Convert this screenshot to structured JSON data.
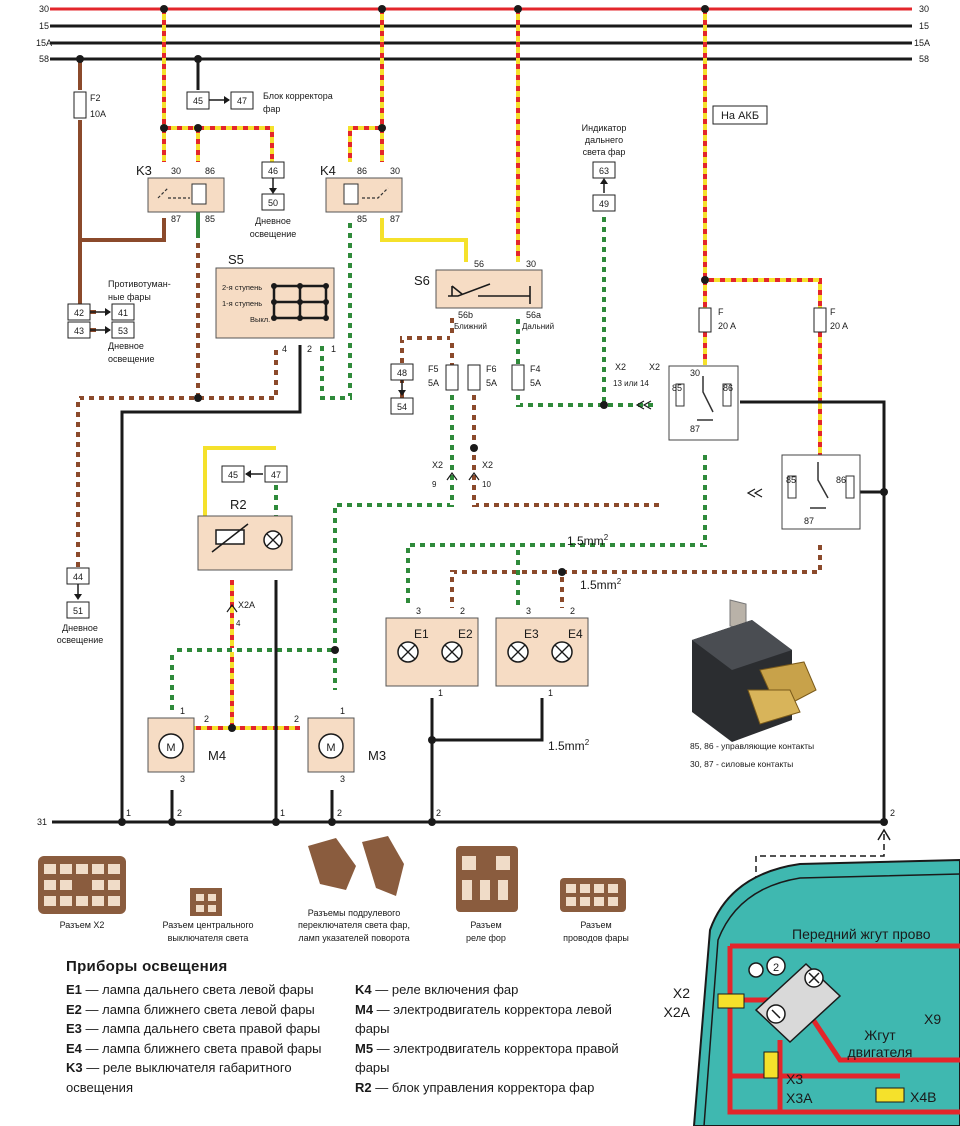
{
  "buses": {
    "b30": "30",
    "b15": "15",
    "b15a": "15A",
    "b58": "58",
    "b31": "31"
  },
  "fuses": {
    "f2": {
      "name": "F2",
      "rating": "10A"
    },
    "f5": {
      "name": "F5",
      "rating": "5A"
    },
    "f6": {
      "name": "F6",
      "rating": "5A"
    },
    "f4": {
      "name": "F4",
      "rating": "5A"
    },
    "f_left": {
      "name": "F",
      "rating": "20 A"
    },
    "f_right": {
      "name": "F",
      "rating": "20 A"
    }
  },
  "blocks": {
    "corrector_unit": {
      "pin_a": "45",
      "pin_b": "47",
      "text1": "Блок корректора",
      "text2": "фар"
    },
    "day_light_top": {
      "pin_a": "46",
      "pin_b": "50",
      "text1": "Дневное",
      "text2": "освещение"
    },
    "fog": {
      "pins": [
        "42",
        "41",
        "43",
        "53"
      ],
      "text1": "Противотуман-",
      "text2": "ные фары",
      "text3": "Дневное",
      "text4": "освещение"
    },
    "hi_indicator": {
      "pin_a": "63",
      "pin_b": "49",
      "text1": "Индикатор",
      "text2": "дальнего",
      "text3": "света фар"
    },
    "pins_48_54": {
      "pin_a": "48",
      "pin_b": "54"
    },
    "pins_45_47_low": {
      "pin_a": "45",
      "pin_b": "47"
    },
    "day_light_left": {
      "pin_a": "44",
      "pin_b": "51",
      "text1": "Дневное",
      "text2": "освещение"
    },
    "akb": "На АКБ"
  },
  "relays": {
    "k3": {
      "name": "K3",
      "p30": "30",
      "p86": "86",
      "p87": "87",
      "p85": "85"
    },
    "k4": {
      "name": "K4",
      "p86": "86",
      "p30": "30",
      "p85": "85",
      "p87": "87"
    },
    "ra": {
      "p30": "30",
      "p85": "85",
      "p86": "86",
      "p87": "87"
    },
    "rb": {
      "p85": "85",
      "p86": "86",
      "p87": "87"
    }
  },
  "s5": {
    "name": "S5",
    "pos2": "2-я ступень",
    "pos1": "1-я ступень",
    "off": "Выкл.",
    "pins": [
      "4",
      "2",
      "1"
    ]
  },
  "s6": {
    "name": "S6",
    "pin56": "56",
    "pin30": "30",
    "pin56b": "56b",
    "pin56a": "56a",
    "low": "Ближний",
    "high": "Дальний"
  },
  "r2": {
    "name": "R2"
  },
  "connectors": {
    "x2_13_14": {
      "left": "X2",
      "right": "X2",
      "text": "13 или 14"
    },
    "x2_9": {
      "name": "X2",
      "pin": "9"
    },
    "x2_10": {
      "name": "X2",
      "pin": "10"
    },
    "x2a_4": {
      "name": "X2A",
      "pin": "4"
    }
  },
  "lamps": {
    "e1": "E1",
    "e2": "E2",
    "e3": "E3",
    "e4": "E4",
    "pin3": "3",
    "pin2": "2",
    "pin1": "1"
  },
  "motors": {
    "m4": "M4",
    "m3": "M3",
    "motor_glyph": "M",
    "pin1": "1",
    "pin2": "2",
    "pin3": "3"
  },
  "wire_sizes": {
    "w1": "1.5mm",
    "w2": "1.5mm",
    "w3": "1.5mm",
    "sup": "2"
  },
  "ground_pins": [
    "1",
    "2",
    "1",
    "2",
    "2",
    "2"
  ],
  "relay_photo": {
    "line1": "85, 86 - управляющие контакты",
    "line2": "30, 87 - силовые контакты"
  },
  "connector_captions": {
    "x2": "Разъем Х2",
    "central1": "Разъем центрального",
    "central2": "выключателя света",
    "steering1": "Разъемы подрулевого",
    "steering2": "переключателя света фар,",
    "steering3": "ламп указателей поворота",
    "relay1": "Разъем",
    "relay2": "реле фор",
    "wires1": "Разъем",
    "wires2": "проводов фары"
  },
  "car_map": {
    "front_harness": "Передний жгут прово",
    "engine1": "Жгут",
    "engine2": "двигателя",
    "x2": "X2",
    "x2a": "X2A",
    "x3": "X3",
    "x3a": "X3A",
    "x4b": "X4B",
    "x9": "X9",
    "c2": "2"
  },
  "legend": {
    "title": "Приборы освещения",
    "left": [
      {
        "code": "E1",
        "text": " — лампа дальнего света левой фары"
      },
      {
        "code": "E2",
        "text": " — лампа ближнего света левой фары"
      },
      {
        "code": "E3",
        "text": " — лампа дальнего света правой фары"
      },
      {
        "code": "E4",
        "text": " — лампа ближнего света правой фары"
      },
      {
        "code": "K3",
        "text": " — реле выключателя габаритного освещения"
      }
    ],
    "right": [
      {
        "code": "K4",
        "text": " — реле включения фар"
      },
      {
        "code": "M4",
        "text": " — электродвигатель корректора левой фары"
      },
      {
        "code": "M5",
        "text": " — электродвигатель корректора правой фары"
      },
      {
        "code": "R2",
        "text": " — блок управления корректора фар"
      }
    ]
  },
  "colors": {
    "red": "#e3262b",
    "yellow": "#f5e12b",
    "brown": "#8b4a2b",
    "green": "#2f8a3a",
    "black": "#1a1a1a",
    "comp": "#f6dcc4",
    "teal": "#3fb8b0"
  }
}
